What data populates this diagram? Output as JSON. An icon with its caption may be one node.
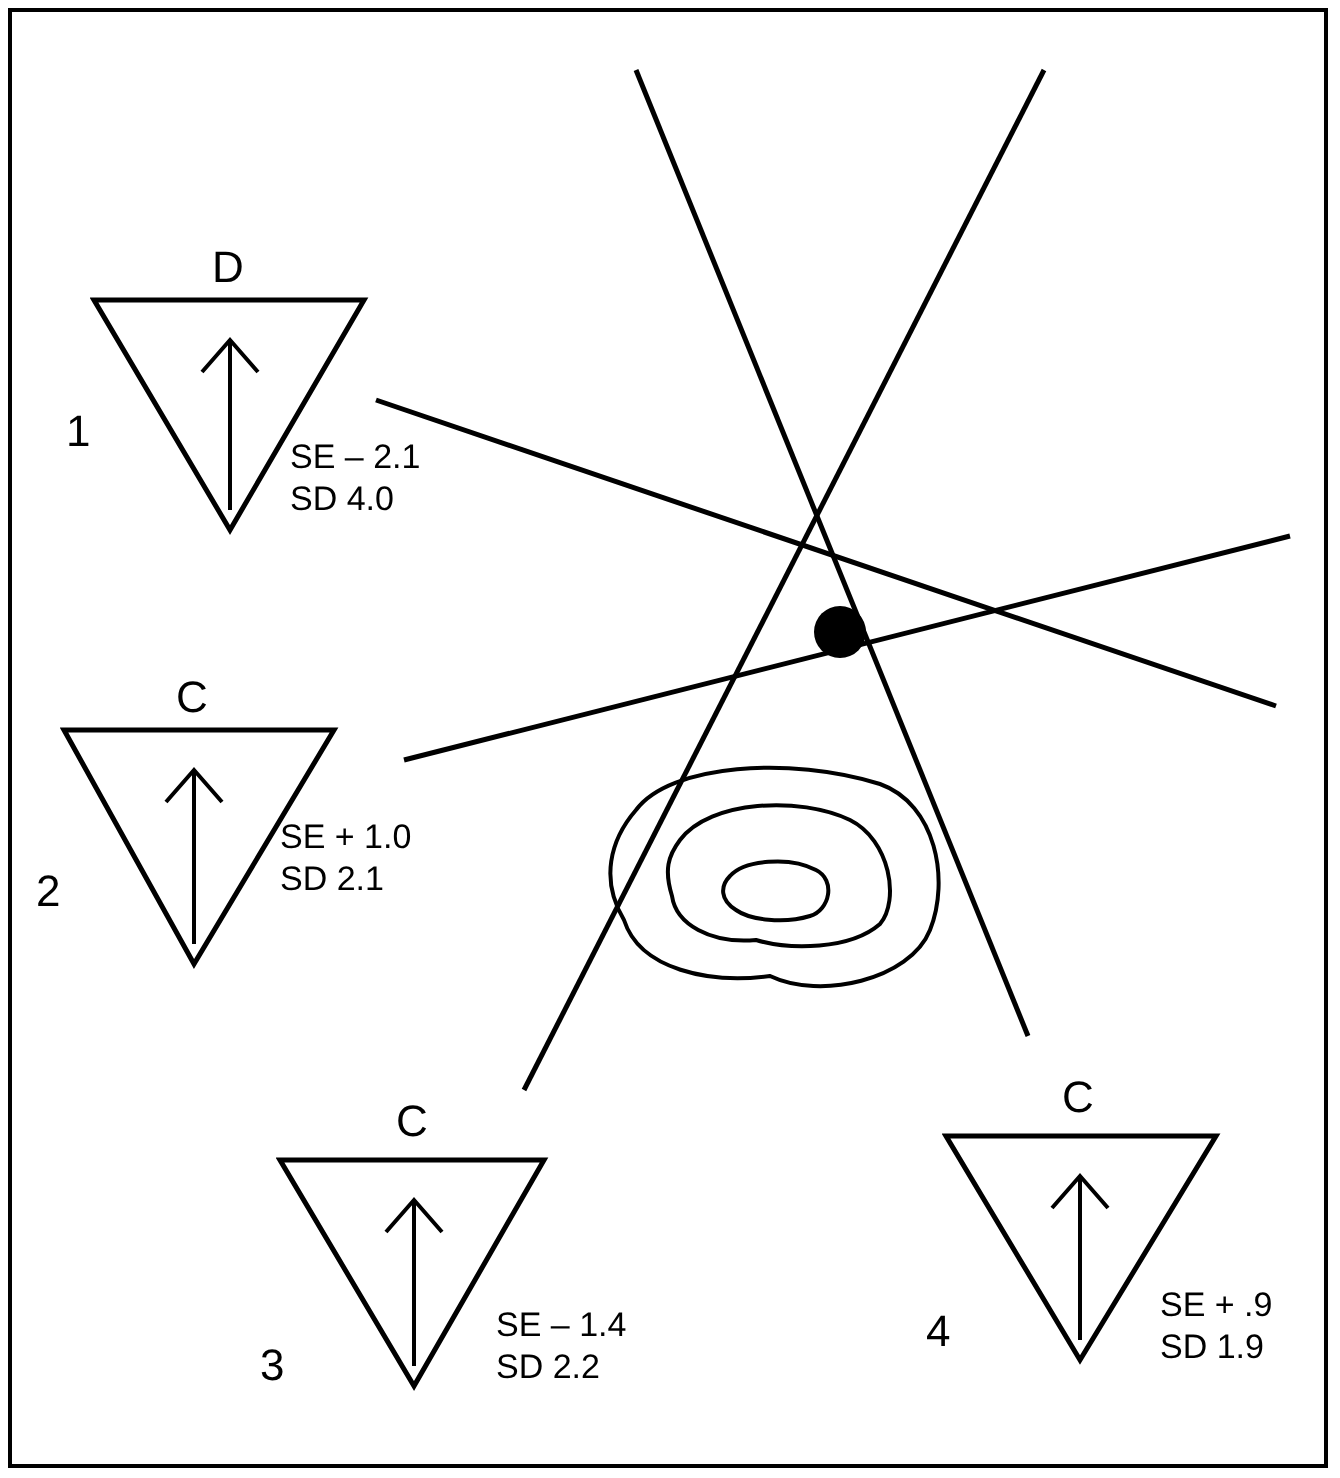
{
  "diagram": {
    "nodes": [
      {
        "text": [
          "D"
        ],
        "beside": [
          "1",
          "SE – 2.1",
          "SD 4.0"
        ]
      },
      {
        "text": [
          "C"
        ],
        "beside": [
          "2",
          "SE + 1.0",
          "SD 2.1"
        ]
      },
      {
        "text": [
          "C"
        ],
        "beside": [
          "3",
          "SE – 1.4",
          "SD 2.2"
        ]
      },
      {
        "text": [
          "C"
        ],
        "beside": [
          "4",
          "SE + .9",
          "SD 1.9"
        ]
      }
    ],
    "edges": []
  }
}
